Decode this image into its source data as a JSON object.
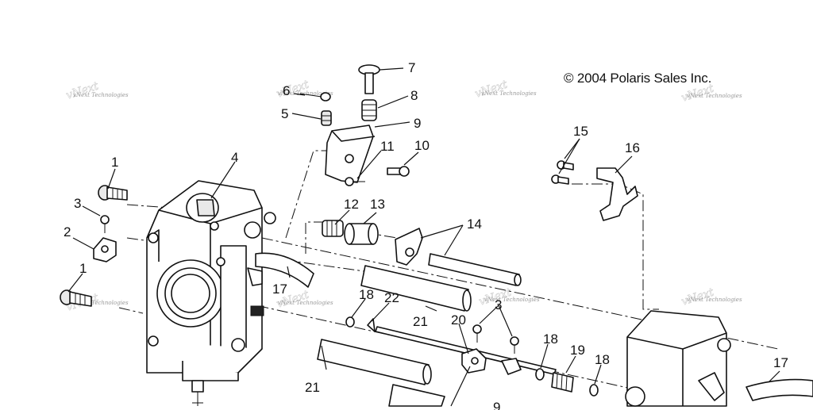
{
  "copyright": "© 2004 Polaris Sales Inc.",
  "watermark": "vNext Technologies",
  "callouts": [
    "1",
    "3",
    "2",
    "1",
    "4",
    "6",
    "5",
    "7",
    "8",
    "9",
    "11",
    "10",
    "12",
    "13",
    "14",
    "17",
    "18",
    "22",
    "21",
    "20",
    "3",
    "18",
    "19",
    "18",
    "21",
    "9",
    "15",
    "16",
    "17"
  ]
}
